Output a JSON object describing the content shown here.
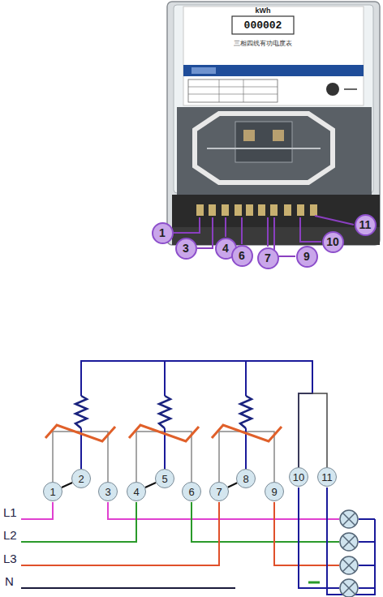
{
  "diagram": {
    "nodes": [
      {
        "text": [
          "1"
        ]
      },
      {
        "text": [
          "3"
        ]
      },
      {
        "text": [
          "4"
        ]
      },
      {
        "text": [
          "6"
        ]
      },
      {
        "text": [
          "7"
        ]
      },
      {
        "text": [
          "9"
        ]
      },
      {
        "text": [
          "10"
        ]
      },
      {
        "text": [
          "11"
        ]
      },
      {
        "text": [
          "1"
        ]
      },
      {
        "text": [
          "2"
        ]
      },
      {
        "text": [
          "3"
        ]
      },
      {
        "text": [
          "4"
        ]
      },
      {
        "text": [
          "5"
        ]
      },
      {
        "text": [
          "6"
        ]
      },
      {
        "text": [
          "7"
        ]
      },
      {
        "text": [
          "8"
        ]
      },
      {
        "text": [
          "9"
        ]
      },
      {
        "text": [
          "10"
        ]
      },
      {
        "text": [
          "11"
        ]
      }
    ],
    "edges": [
      {
        "from": 8,
        "to": 9,
        "arrow": "none"
      },
      {
        "from": 8,
        "to": 10,
        "arrow": "none"
      },
      {
        "from": 11,
        "to": 12,
        "arrow": "none"
      },
      {
        "from": 11,
        "to": 13,
        "arrow": "none"
      },
      {
        "from": 14,
        "to": 15,
        "arrow": "none"
      },
      {
        "from": 14,
        "to": 16,
        "arrow": "none"
      },
      {
        "from": 9,
        "to": 17,
        "arrow": "none"
      },
      {
        "from": 12,
        "to": 17,
        "arrow": "none"
      },
      {
        "from": 15,
        "to": 17,
        "arrow": "none"
      },
      {
        "from": 17,
        "to": 18,
        "arrow": "none"
      }
    ],
    "labels": [
      "kWh",
      "000002",
      "三相四线有功电度表",
      "L1",
      "L2",
      "L3",
      "N"
    ]
  }
}
